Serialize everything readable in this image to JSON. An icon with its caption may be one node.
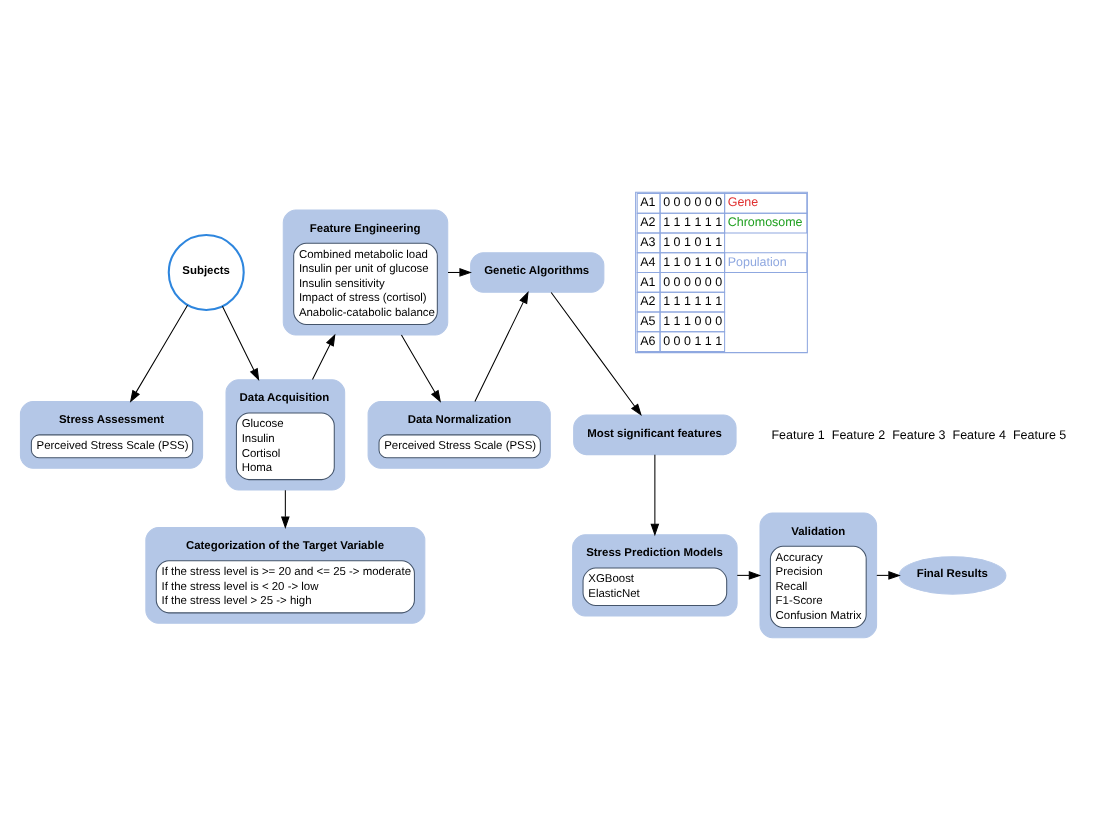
{
  "diagram": {
    "nodes": [
      {
        "text": [
          "Subjects"
        ]
      },
      {
        "text": [
          "Stress Assessment",
          "Perceived Stress Scale (PSS)"
        ]
      },
      {
        "text": [
          "Feature Engineering",
          "Combined metabolic load",
          "Insulin per unit of glucose",
          "Insulin sensitivity",
          "Impact of stress (cortisol)",
          "Anabolic-catabolic balance"
        ]
      },
      {
        "text": [
          "Data Acquisition",
          "Glucose",
          "Insulin",
          "Cortisol",
          "Homa"
        ]
      },
      {
        "text": [
          "Categorization of the Target Variable",
          "If the stress level is >= 20 and <= 25 -> moderate",
          "If the stress level is < 20 -> low",
          "If the stress level > 25 -> high"
        ]
      },
      {
        "text": [
          "Data Normalization",
          "Perceived Stress Scale (PSS)"
        ]
      },
      {
        "text": [
          "Genetic Algorithms"
        ]
      },
      {
        "text": [
          "Most significant features"
        ]
      },
      {
        "text": [
          "Stress Prediction Models",
          "XGBoost",
          "ElasticNet"
        ]
      },
      {
        "text": [
          "Validation",
          "Accuracy",
          "Precision",
          "Recall",
          "F1-Score",
          "Confusion Matrix"
        ]
      },
      {
        "text": [
          "Final Results"
        ]
      }
    ],
    "edges": [
      {
        "from": 0,
        "to": 1,
        "arrow": "to"
      },
      {
        "from": 0,
        "to": 3,
        "arrow": "to"
      },
      {
        "from": 3,
        "to": 2,
        "arrow": "to"
      },
      {
        "from": 3,
        "to": 4,
        "arrow": "to"
      },
      {
        "from": 2,
        "to": 5,
        "arrow": "to"
      },
      {
        "from": 2,
        "to": 6,
        "arrow": "to"
      },
      {
        "from": 5,
        "to": 6,
        "arrow": "to"
      },
      {
        "from": 6,
        "to": 7,
        "arrow": "to"
      },
      {
        "from": 7,
        "to": 8,
        "arrow": "to"
      },
      {
        "from": 8,
        "to": 9,
        "arrow": "to"
      },
      {
        "from": 9,
        "to": 10,
        "arrow": "to"
      }
    ],
    "labels": [
      "A1",
      "0 0 0 0 0 0",
      "Gene",
      "A2",
      "1 1 1 1 1 1",
      "Chromosome",
      "A3",
      "1 0 1 0 1 1",
      "A4",
      "1 1 0 1 1 0",
      "Population",
      "A1",
      "0 0 0 0 0 0",
      "A2",
      "1 1 1 1 1 1",
      "A5",
      "1 1 1 0 0 0",
      "A6",
      "0 0 0 1 1 1",
      "Feature 1",
      "Feature 2",
      "Feature 3",
      "Feature 4",
      "Feature 5"
    ]
  }
}
